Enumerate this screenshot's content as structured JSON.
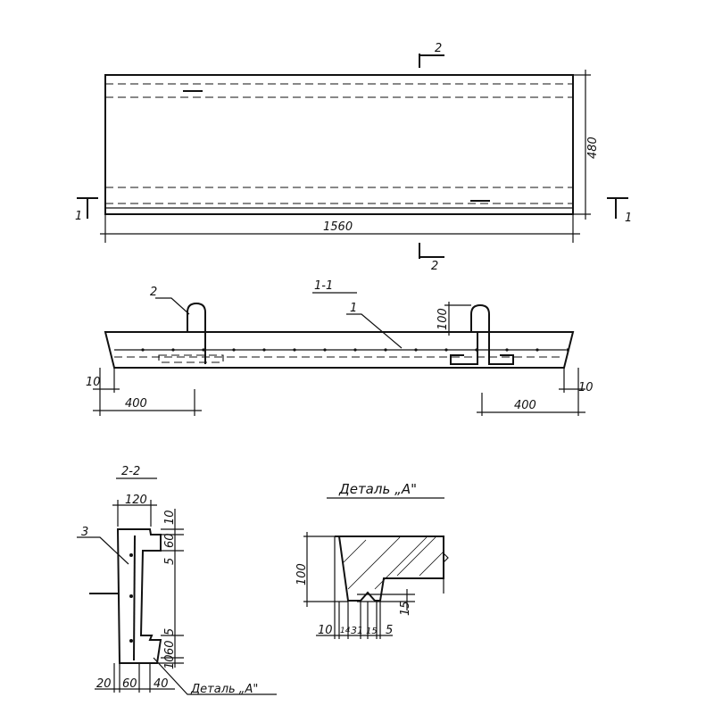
{
  "plan": {
    "section_mark_top": "2",
    "section_mark_bottom": "2",
    "section_mark_left": "1",
    "section_mark_right": "1",
    "dim_height": "480",
    "dim_length": "1560"
  },
  "section_1_1": {
    "title": "1-1",
    "leader_1": "1",
    "leader_2": "2",
    "dim_loop": "100",
    "dim_left_edge": "10",
    "dim_right_edge": "10",
    "dim_left": "400",
    "dim_right": "400"
  },
  "section_2_2": {
    "title": "2-2",
    "leader_3": "3",
    "dim_width": "120",
    "dim_top": "10",
    "dim_top_60": "60",
    "dim_top_5": "5",
    "dim_bot_5": "5",
    "dim_bot_60": "60",
    "dim_bot_10": "10",
    "dim_b20": "20",
    "dim_b60": "60",
    "dim_b40": "40",
    "detail_ref": "Деталь „А\""
  },
  "detail_a": {
    "title": "Деталь „А\"",
    "dim_height": "100",
    "dim_15v": "15",
    "dims_bottom": [
      "10",
      "14",
      "31",
      "15",
      "5"
    ]
  }
}
